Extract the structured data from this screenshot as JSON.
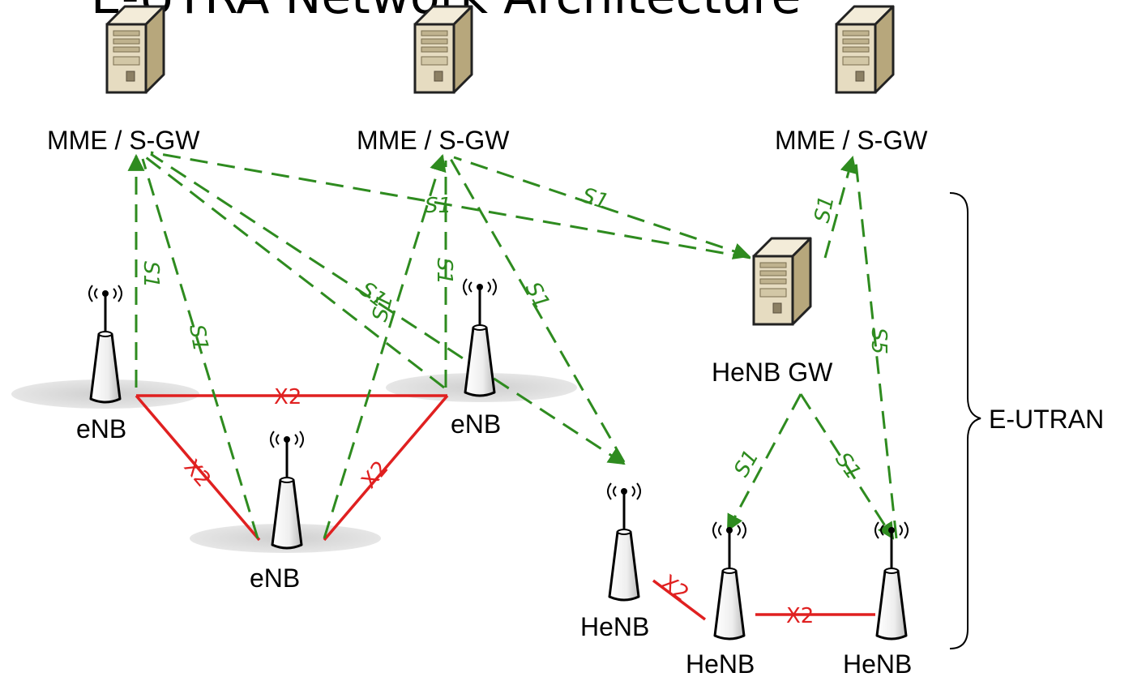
{
  "title": "E-UTRA Network Architecture",
  "colors": {
    "s1": "#2e8b1f",
    "x2": "#e02020",
    "server_front": "#e9e0c8",
    "server_side": "#c8bb96",
    "tower": "#f2f2f2",
    "footprint": "#d9d9d9"
  },
  "nodes": {
    "mme1": {
      "label": "MME / S-GW",
      "icon": "server-icon"
    },
    "mme2": {
      "label": "MME / S-GW",
      "icon": "server-icon"
    },
    "mme3": {
      "label": "MME / S-GW",
      "icon": "server-icon"
    },
    "henb_gw": {
      "label": "HeNB GW",
      "icon": "server-icon"
    },
    "enb1": {
      "label": "eNB",
      "icon": "antenna-icon"
    },
    "enb2": {
      "label": "eNB",
      "icon": "antenna-icon"
    },
    "enb3": {
      "label": "eNB",
      "icon": "antenna-icon"
    },
    "henb1": {
      "label": "HeNB",
      "icon": "antenna-icon"
    },
    "henb2": {
      "label": "HeNB",
      "icon": "antenna-icon"
    },
    "henb3": {
      "label": "HeNB",
      "icon": "antenna-icon"
    }
  },
  "interfaces": {
    "s1": "S1",
    "x2": "X2",
    "s5": "S5"
  },
  "region": {
    "label": "E-UTRAN"
  }
}
